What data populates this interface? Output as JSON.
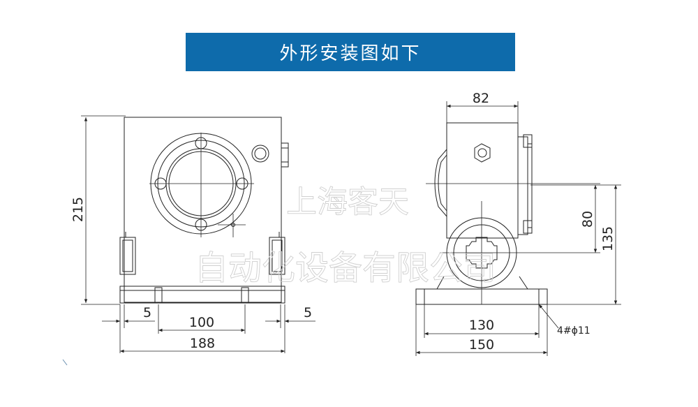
{
  "banner": {
    "title": "外形安装图如下",
    "color": "#0e6bab"
  },
  "front_view": {
    "height_dim": "215",
    "left_gap_dim": "5",
    "bolt_spacing_dim": "100",
    "right_gap_dim": "5",
    "base_width_dim": "188"
  },
  "side_view": {
    "top_width_dim": "82",
    "shaft_height_dim": "80",
    "total_height_dim": "135",
    "hole_pitch_dim": "130",
    "base_width_dim": "150",
    "hole_callout": "4#ϕ11"
  },
  "watermark": {
    "line1": "上海客天",
    "line2": "自动化设备有限公司"
  }
}
